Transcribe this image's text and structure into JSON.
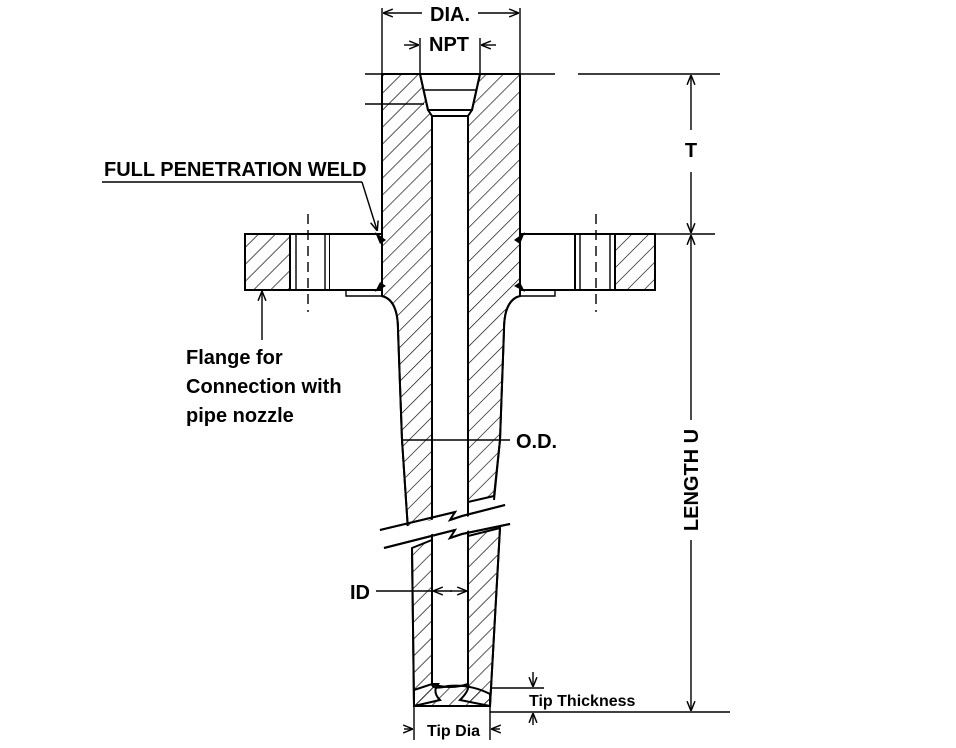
{
  "labels": {
    "dia": "DIA.",
    "npt": "NPT",
    "weld": "FULL PENETRATION WELD",
    "t": "T",
    "flange_line1": "Flange for",
    "flange_line2": "Connection with",
    "flange_line3": "pipe nozzle",
    "od": "O.D.",
    "length_u": "LENGTH U",
    "id": "ID",
    "tip_thickness": "Tip Thickness",
    "tip_dia": "Tip Dia"
  },
  "colors": {
    "ink": "#000000",
    "background": "#ffffff"
  }
}
